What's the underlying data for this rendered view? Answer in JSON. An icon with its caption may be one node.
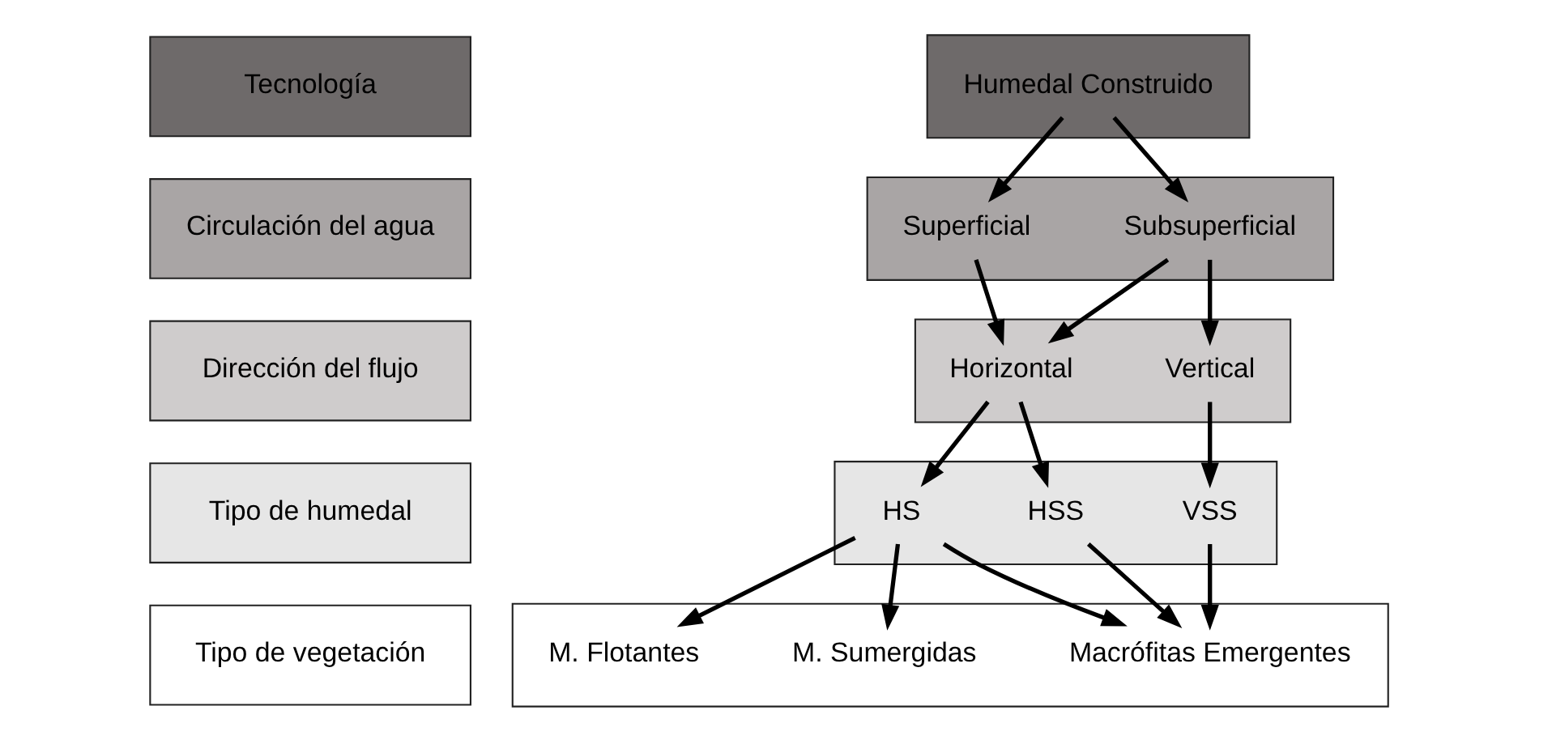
{
  "diagram": {
    "nodes": [
      {
        "text": [
          "Tecnología"
        ]
      },
      {
        "text": [],
        "shape": "box"
      },
      {
        "text": [
          "Humedal Construido"
        ],
        "in": 1
      },
      {
        "text": [
          "Circulación del agua"
        ]
      },
      {
        "text": [],
        "shape": "box"
      },
      {
        "text": [
          "Subsuperficial"
        ],
        "in": 4
      },
      {
        "text": [
          "Superficial"
        ],
        "in": 4
      },
      {
        "text": [
          "Dirección del flujo"
        ]
      },
      {
        "text": [],
        "shape": "box"
      },
      {
        "text": [
          "Vertical"
        ],
        "in": 8
      },
      {
        "text": [
          "Horizontal"
        ],
        "in": 8
      },
      {
        "text": [
          "Tipo de humedal"
        ]
      },
      {
        "text": [],
        "shape": "box"
      },
      {
        "text": [
          "VSS"
        ],
        "in": 12
      },
      {
        "text": [
          "HSS"
        ],
        "in": 12
      },
      {
        "text": [
          "HS"
        ],
        "in": 12
      },
      {
        "text": [
          "Tipo de vegetación"
        ]
      },
      {
        "text": [],
        "shape": "box"
      },
      {
        "text": [
          "Macrófitas Emergentes"
        ],
        "in": 17
      },
      {
        "text": [
          "M. Sumergidas"
        ],
        "in": 17
      },
      {
        "text": [
          "M. Flotantes"
        ],
        "in": 17
      }
    ],
    "edges": [
      {
        "from": 2,
        "to": 5,
        "arrow": "to"
      },
      {
        "from": 2,
        "to": 6,
        "arrow": "to"
      },
      {
        "from": 5,
        "to": 9,
        "arrow": "to"
      },
      {
        "from": 5,
        "to": 10,
        "arrow": "to"
      },
      {
        "from": 6,
        "to": 10,
        "arrow": "to"
      },
      {
        "from": 9,
        "to": 13,
        "arrow": "to"
      },
      {
        "from": 10,
        "to": 14,
        "arrow": "to"
      },
      {
        "from": 10,
        "to": 15,
        "arrow": "to"
      },
      {
        "from": 13,
        "to": 18,
        "arrow": "to"
      },
      {
        "from": 14,
        "to": 18,
        "arrow": "to"
      },
      {
        "from": 15,
        "to": 18,
        "arrow": "to"
      },
      {
        "from": 15,
        "to": 19,
        "arrow": "to"
      },
      {
        "from": 15,
        "to": 20,
        "arrow": "to"
      }
    ]
  }
}
